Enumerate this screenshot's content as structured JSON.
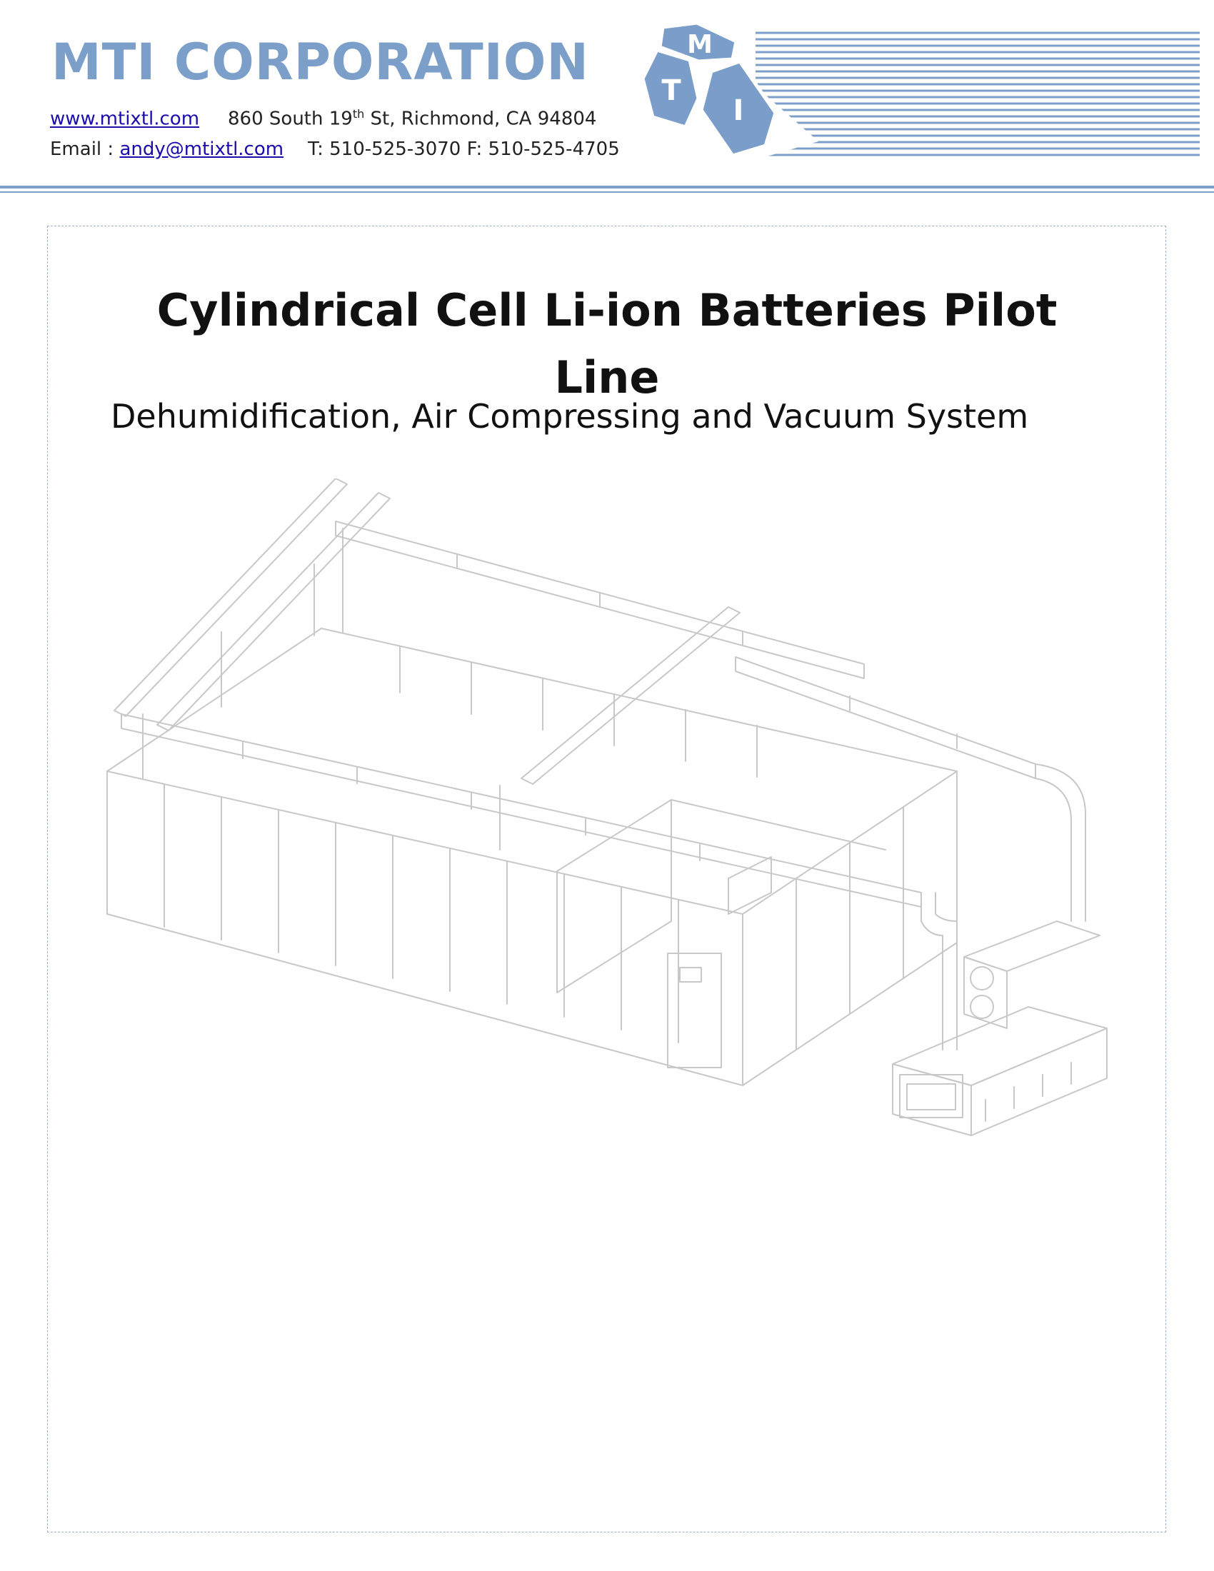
{
  "header": {
    "company": "MTI CORPORATION",
    "website": "www.mtixtl.com",
    "address_pre": "860 South 19",
    "address_sup": "th",
    "address_post": " St, Richmond, CA 94804",
    "email_label": "Email : ",
    "email": "andy@mtixtl.com",
    "phone_fax": "T: 510-525-3070 F: 510-525-4705",
    "logo_letters": [
      "M",
      "T",
      "I"
    ]
  },
  "colors": {
    "brand_blue": "#7c9fc9",
    "logo_blue": "#7a9dc9",
    "link": "#1a0dab",
    "drawing_line": "#c8c8c8"
  },
  "document": {
    "title": "Cylindrical Cell Li-ion Batteries Pilot Line",
    "subtitle": "Dehumidification, Air Compressing and Vacuum System"
  },
  "illustration": {
    "name": "dry-room-isometric-drawing"
  }
}
